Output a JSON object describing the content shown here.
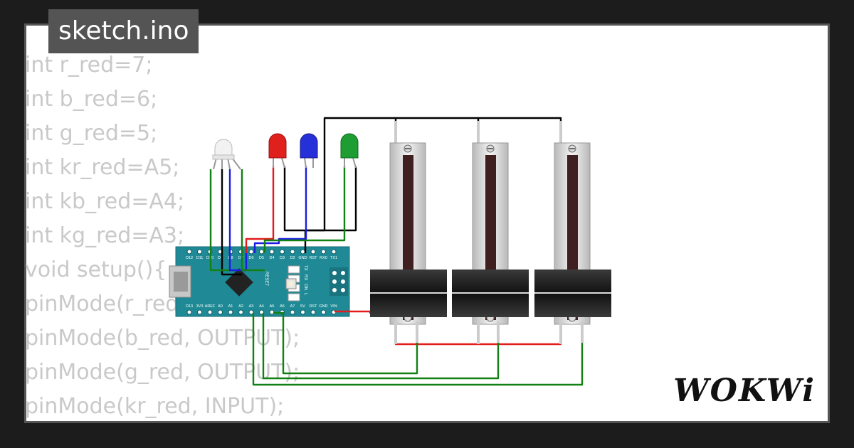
{
  "file_tab": {
    "title": "sketch.ino"
  },
  "code_lines": [
    "int r_red=7;",
    "int b_red=6;",
    "int g_red=5;",
    "int kr_red=A5;",
    "int kb_red=A4;",
    "int kg_red=A3;",
    "void setup(){",
    "pinMode(r_red, OUTPUT);",
    "pinMode(b_red, OUTPUT);",
    "pinMode(g_red, OUTPUT);",
    "pinMode(kr_red, INPUT);"
  ],
  "board": {
    "top_pins": [
      "D12",
      "D11",
      "D10",
      "D9",
      "D8",
      "D7",
      "D6",
      "D5",
      "D4",
      "D3",
      "D2",
      "GND",
      "RST",
      "RX0",
      "TX1"
    ],
    "bottom_pins": [
      "D13",
      "3V3",
      "AREF",
      "A0",
      "A1",
      "A2",
      "A3",
      "A4",
      "A5",
      "A6",
      "A7",
      "5V",
      "RST",
      "GND",
      "VIN"
    ],
    "labels": {
      "reset": "RESET",
      "tx": "TX",
      "rx": "RX",
      "on": "ON",
      "l": "L"
    }
  },
  "leds": [
    {
      "name": "rgb",
      "color": "#f2f2f2"
    },
    {
      "name": "red",
      "color": "#e0201c"
    },
    {
      "name": "blue",
      "color": "#2630d8"
    },
    {
      "name": "green",
      "color": "#1e9e32"
    }
  ],
  "wire_colors": {
    "red": "#e31c1c",
    "blue": "#1c1ce3",
    "green": "#138013",
    "black": "#000000"
  },
  "logo": {
    "text": "WOKWi"
  }
}
